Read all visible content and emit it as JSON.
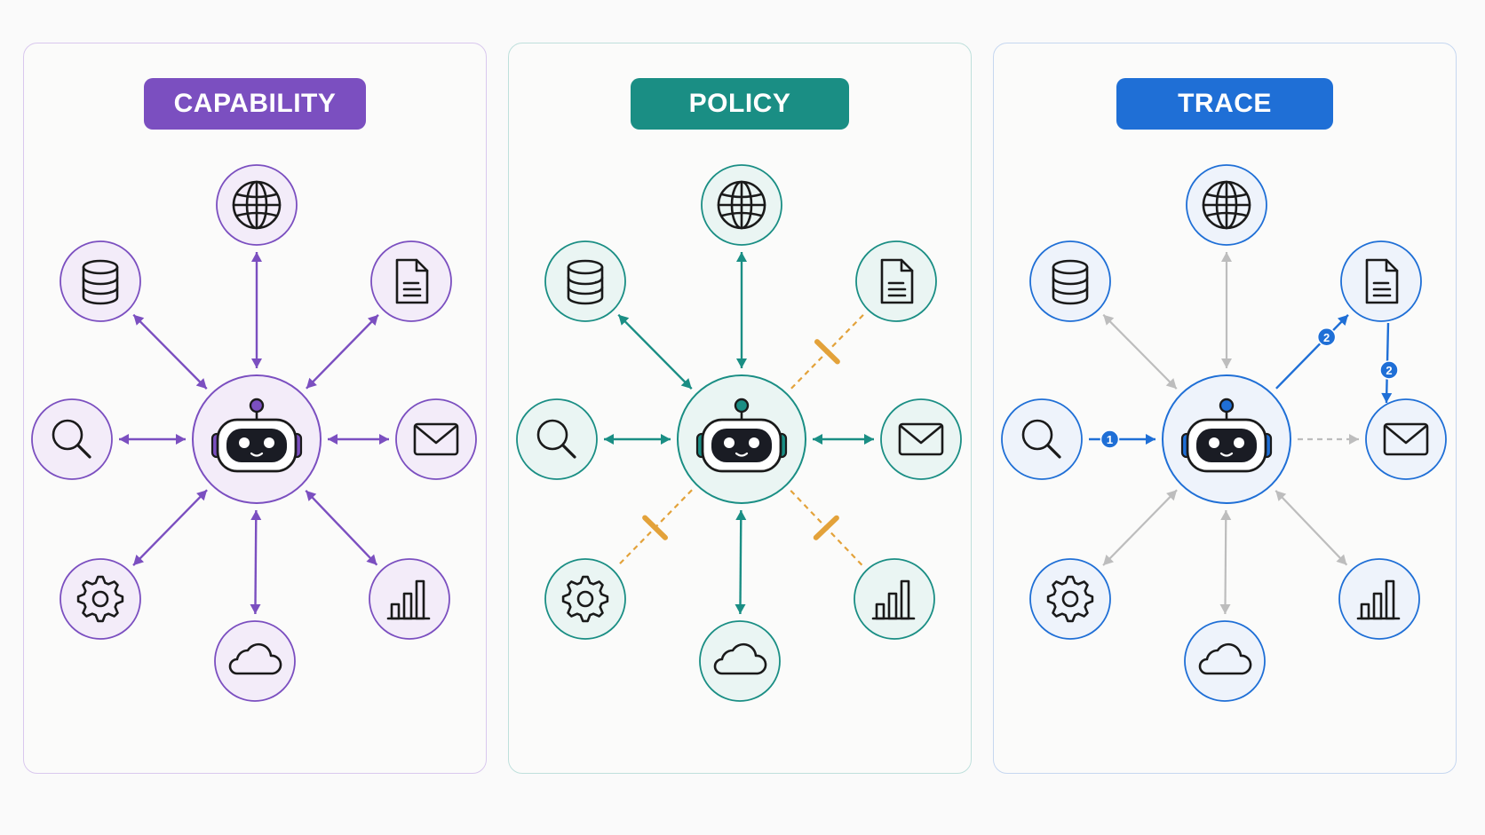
{
  "panels": [
    {
      "id": "capability",
      "title": "CAPABILITY",
      "accent": "#7b4fc0",
      "node_fill": "#f3ecf9",
      "border": "#d9c8ee",
      "edges": [
        {
          "tool": "globe",
          "style": "solid"
        },
        {
          "tool": "document",
          "style": "solid"
        },
        {
          "tool": "mail",
          "style": "solid"
        },
        {
          "tool": "chart",
          "style": "solid"
        },
        {
          "tool": "cloud",
          "style": "solid"
        },
        {
          "tool": "gear",
          "style": "solid"
        },
        {
          "tool": "search",
          "style": "solid"
        },
        {
          "tool": "database",
          "style": "solid"
        }
      ]
    },
    {
      "id": "policy",
      "title": "POLICY",
      "accent": "#1a8e84",
      "node_fill": "#eaf5f3",
      "border": "#bfe0dc",
      "blocked_color": "#e3a23a",
      "edges": [
        {
          "tool": "globe",
          "style": "solid"
        },
        {
          "tool": "document",
          "style": "blocked"
        },
        {
          "tool": "mail",
          "style": "solid"
        },
        {
          "tool": "chart",
          "style": "blocked"
        },
        {
          "tool": "cloud",
          "style": "solid"
        },
        {
          "tool": "gear",
          "style": "blocked"
        },
        {
          "tool": "search",
          "style": "solid"
        },
        {
          "tool": "database",
          "style": "solid"
        }
      ]
    },
    {
      "id": "trace",
      "title": "TRACE",
      "accent": "#1f6fd6",
      "node_fill": "#eef3fb",
      "border": "#c6d7f0",
      "inactive_color": "#bdbdbd",
      "edges": [
        {
          "tool": "globe",
          "style": "inactive"
        },
        {
          "tool": "document",
          "style": "trace",
          "step": "2"
        },
        {
          "tool": "mail",
          "style": "dashed-inactive"
        },
        {
          "tool": "chart",
          "style": "inactive"
        },
        {
          "tool": "cloud",
          "style": "inactive"
        },
        {
          "tool": "gear",
          "style": "inactive"
        },
        {
          "tool": "search",
          "style": "trace",
          "step": "1"
        },
        {
          "tool": "database",
          "style": "inactive"
        }
      ],
      "extra_link": {
        "from": "document",
        "to": "mail",
        "step": "2"
      }
    }
  ],
  "tools": [
    {
      "id": "globe",
      "icon": "globe-icon"
    },
    {
      "id": "document",
      "icon": "document-icon"
    },
    {
      "id": "mail",
      "icon": "mail-icon"
    },
    {
      "id": "chart",
      "icon": "bar-chart-icon"
    },
    {
      "id": "cloud",
      "icon": "cloud-icon"
    },
    {
      "id": "gear",
      "icon": "gear-icon"
    },
    {
      "id": "search",
      "icon": "search-icon"
    },
    {
      "id": "database",
      "icon": "database-icon"
    }
  ],
  "center": {
    "icon": "robot-icon"
  }
}
